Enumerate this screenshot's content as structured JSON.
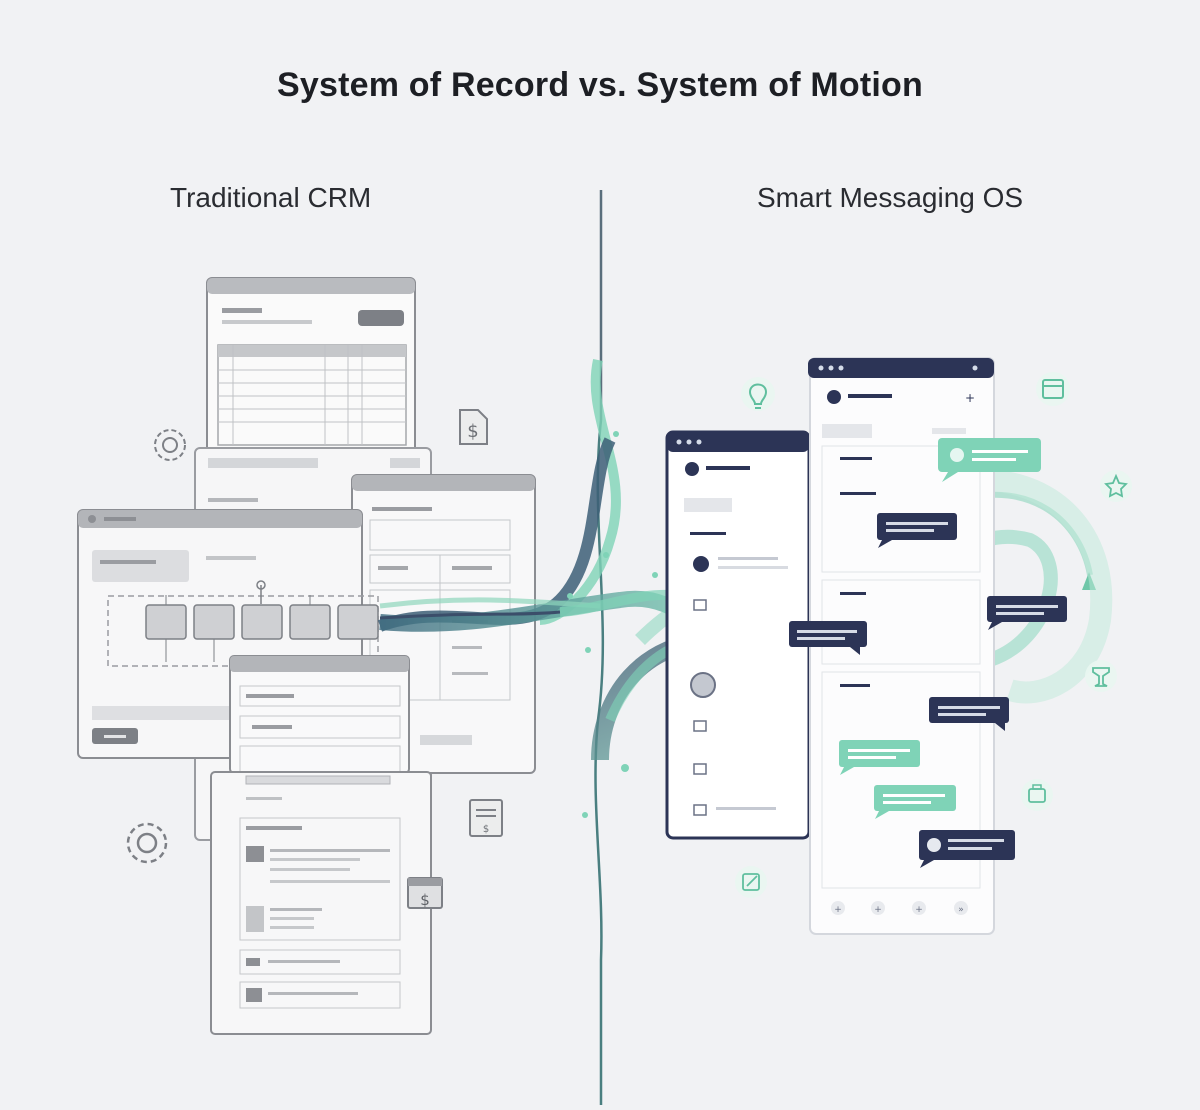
{
  "title": "System of Record vs. System of Motion",
  "left": {
    "label": "Traditional CRM"
  },
  "right": {
    "label": "Smart Messaging OS"
  },
  "icons": {
    "left": [
      "gear-icon",
      "dollar-document-icon",
      "gear-icon",
      "invoice-icon",
      "dollar-calendar-icon"
    ],
    "right": [
      "lightbulb-icon",
      "calendar-icon",
      "star-icon",
      "trophy-icon",
      "briefcase-icon",
      "edit-icon"
    ]
  },
  "colors": {
    "frame": "#8b8d92",
    "frame_dark": "#2c3456",
    "accent": "#79cfb2",
    "accent_dark": "#3d6b7f",
    "background": "#f1f2f4"
  }
}
